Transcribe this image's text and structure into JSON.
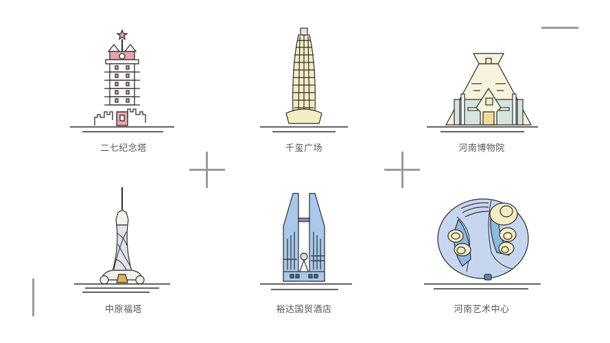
{
  "landmarks": [
    {
      "name": "二七纪念塔",
      "accent": "#e8a3ad"
    },
    {
      "name": "千玺广场",
      "accent": "#f3ecc4"
    },
    {
      "name": "河南博物院",
      "accent": "#d6e4dc"
    },
    {
      "name": "中原福塔",
      "accent": "#dfe3ea"
    },
    {
      "name": "裕达国贸酒店",
      "accent": "#a9c8ea"
    },
    {
      "name": "河南艺术中心",
      "accent": "#c6d6ee"
    }
  ],
  "decorations": {
    "cross_1": "plus-mark",
    "cross_2": "plus-mark",
    "top_right_line": "horizontal-rule",
    "bottom_left_line": "vertical-rule"
  },
  "colors": {
    "stroke": "#2b2b2b",
    "label": "#555555",
    "decoration": "#9a9a9a",
    "pink": "#e8a3ad",
    "cream": "#f3ecc4",
    "museum_wall": "#d6e4dc",
    "blue": "#a9c8ea",
    "lavender": "#c6d6ee"
  }
}
